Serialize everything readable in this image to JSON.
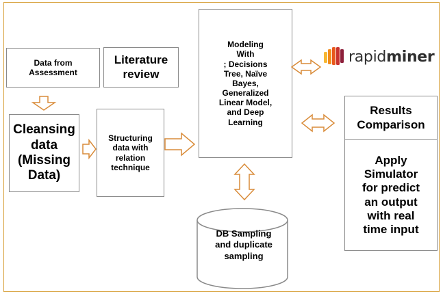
{
  "nodes": {
    "data_assessment": "Data from\nAssessment",
    "literature": "Literature\nreview",
    "cleansing": "Cleansing\ndata\n(Missing\nData)",
    "structuring": "Structuring\ndata with\nrelation\ntechnique",
    "modeling": "Modeling\nWith\n; Decisions\nTree, Naïve\nBayes,\nGeneralized\nLinear Model,\nand Deep\nLearning",
    "db_sampling": "DB Sampling\nand duplicate\nsampling",
    "results": "Results\nComparison",
    "simulator": "Apply\nSimulator\nfor predict\nan output\nwith real\ntime input"
  },
  "logo": {
    "prefix": "rapid",
    "suffix": "miner"
  },
  "colors": {
    "frame": "#d9a441",
    "arrow": "#d98c3a",
    "box_border": "#8a8a8a",
    "logo_orange": "#f28c1b"
  }
}
